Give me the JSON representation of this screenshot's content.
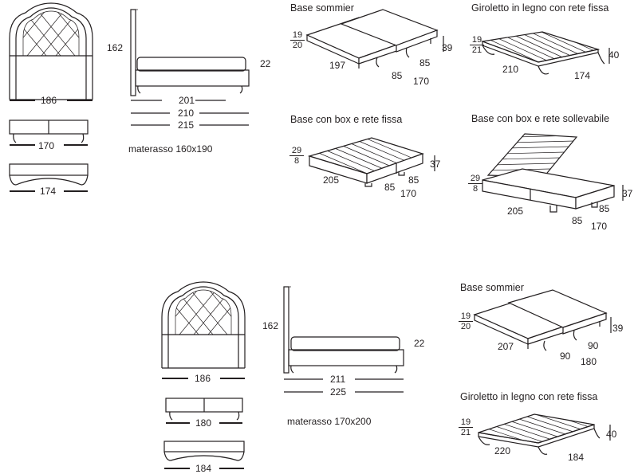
{
  "set1": {
    "headboard": {
      "height": "162",
      "width": "186"
    },
    "side": {
      "side_height": "22",
      "dims": [
        "201",
        "210",
        "215"
      ],
      "mattress": "materasso 160x190"
    },
    "bench1": {
      "width": "170"
    },
    "bench2": {
      "width": "174"
    },
    "sommier": {
      "title": "Base sommier",
      "frac_top": "19",
      "frac_bottom": "20",
      "length": "197",
      "w1": "85",
      "w2": "85",
      "total": "170",
      "height": "39"
    },
    "giroletto": {
      "title": "Giroletto in legno con rete fissa",
      "frac_top": "19",
      "frac_bottom": "21",
      "length": "210",
      "width": "174",
      "height": "40"
    },
    "box_fissa": {
      "title": "Base con box e rete fissa",
      "frac_top": "29",
      "frac_bottom": "8",
      "length": "205",
      "w1": "85",
      "w2": "85",
      "total": "170",
      "height": "37"
    },
    "box_sollevabile": {
      "title": "Base con box e rete sollevabile",
      "frac_top": "29",
      "frac_bottom": "8",
      "length": "205",
      "w1": "85",
      "w2": "85",
      "total": "170",
      "height": "37"
    }
  },
  "set2": {
    "headboard": {
      "height": "162",
      "width": "186"
    },
    "side": {
      "side_height": "22",
      "dims": [
        "211",
        "225"
      ],
      "mattress": "materasso 170x200"
    },
    "bench1": {
      "width": "180"
    },
    "bench2": {
      "width": "184"
    },
    "sommier": {
      "title": "Base sommier",
      "frac_top": "19",
      "frac_bottom": "20",
      "length": "207",
      "w1": "90",
      "w2": "90",
      "total": "180",
      "height": "39"
    },
    "giroletto": {
      "title": "Giroletto in legno con rete fissa",
      "frac_top": "19",
      "frac_bottom": "21",
      "length": "220",
      "width": "184",
      "height": "40"
    }
  }
}
